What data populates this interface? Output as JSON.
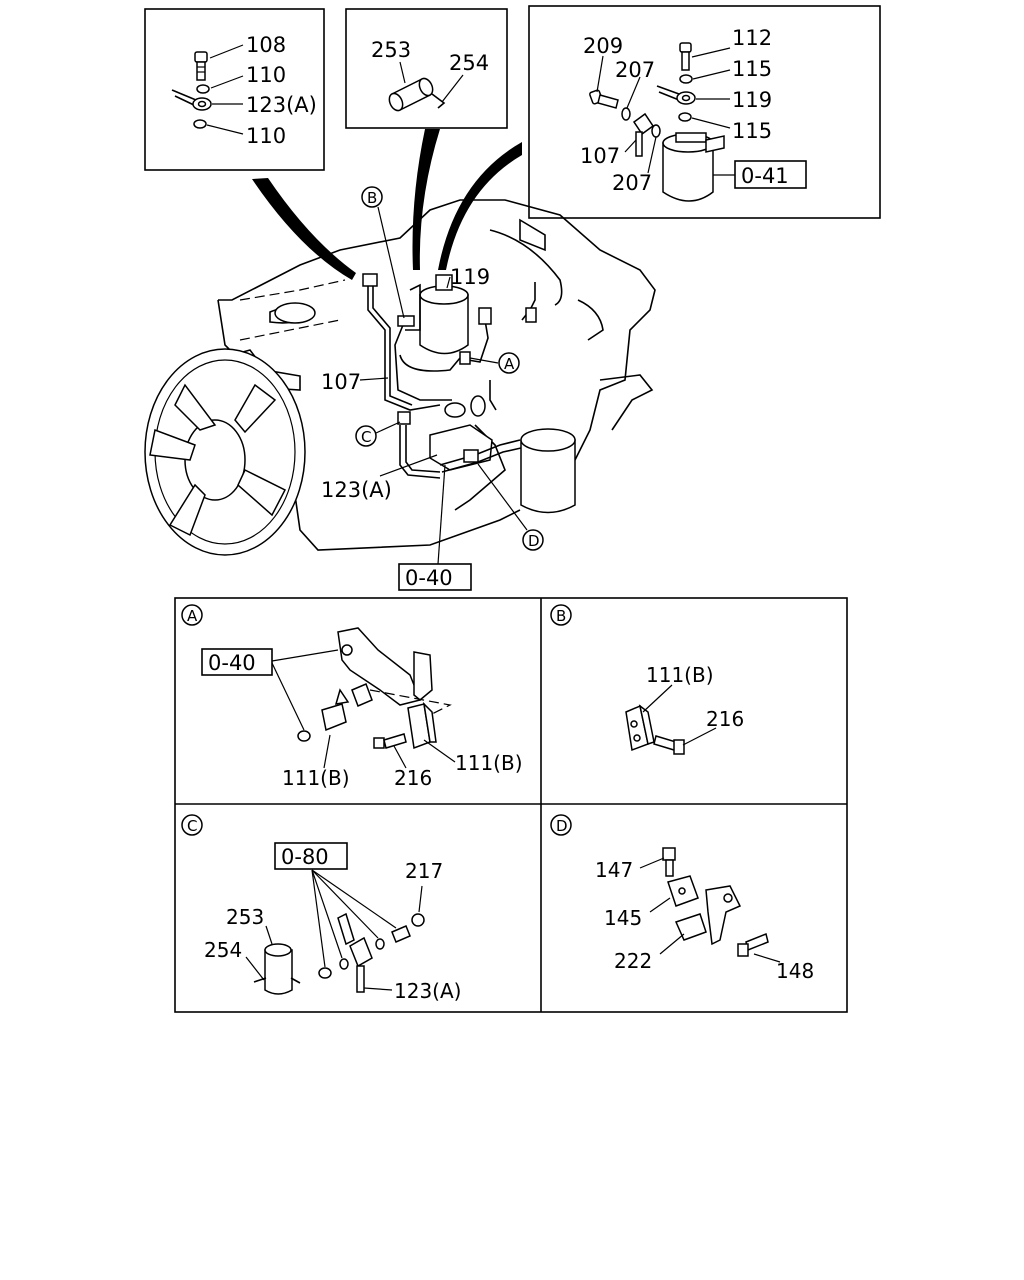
{
  "callouts": {
    "top_left": {
      "p108": "108",
      "p110a": "110",
      "p123a": "123(A)",
      "p110b": "110"
    },
    "top_middle": {
      "p253": "253",
      "p254": "254"
    },
    "top_right": {
      "p209": "209",
      "p207a": "207",
      "p112": "112",
      "p115a": "115",
      "p119": "119",
      "p115b": "115",
      "p107": "107",
      "p207b": "207",
      "ref": "0-41"
    },
    "main": {
      "circle_b": "B",
      "p119": "119",
      "circle_a": "A",
      "p107": "107",
      "circle_c": "C",
      "p123a": "123(A)",
      "circle_d": "D",
      "ref": "0-40"
    }
  },
  "details": {
    "A": {
      "letter": "A",
      "ref": "0-40",
      "p111b_a": "111(B)",
      "p216": "216",
      "p111b_b": "111(B)"
    },
    "B": {
      "letter": "B",
      "p111b": "111(B)",
      "p216": "216"
    },
    "C": {
      "letter": "C",
      "ref": "0-80",
      "p217": "217",
      "p253": "253",
      "p254": "254",
      "p123a": "123(A)"
    },
    "D": {
      "letter": "D",
      "p147": "147",
      "p145": "145",
      "p222": "222",
      "p148": "148"
    }
  }
}
